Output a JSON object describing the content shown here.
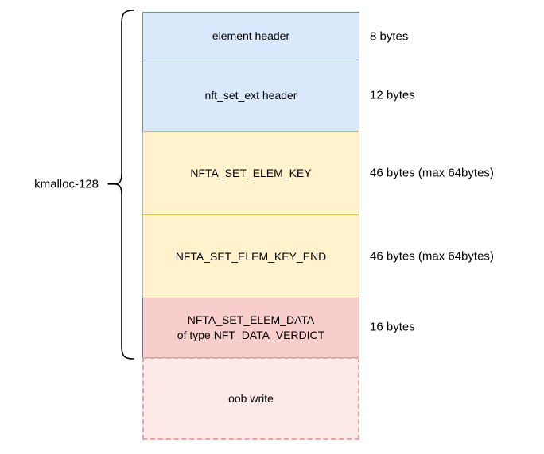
{
  "diagram": {
    "bracket": {
      "label": "kmalloc-128"
    },
    "blocks": [
      {
        "label": "element header",
        "size": "8 bytes",
        "fill": "#dae8fc",
        "stroke": "#6c8ebf",
        "border_style": "solid"
      },
      {
        "label": "nft_set_ext header",
        "size": "12 bytes",
        "fill": "#dae8fc",
        "stroke": "#6c8ebf",
        "border_style": "solid"
      },
      {
        "label": "NFTA_SET_ELEM_KEY",
        "size": "46 bytes (max 64bytes)",
        "fill": "#fff2cc",
        "stroke": "#d6b656",
        "border_style": "solid"
      },
      {
        "label": "NFTA_SET_ELEM_KEY_END",
        "size": "46 bytes (max 64bytes)",
        "fill": "#fff2cc",
        "stroke": "#d6b656",
        "border_style": "solid"
      },
      {
        "label": "NFTA_SET_ELEM_DATA",
        "label_line2": "of type NFT_DATA_VERDICT",
        "size": "16 bytes",
        "fill": "#f8cecc",
        "stroke": "#b85450",
        "border_style": "solid"
      },
      {
        "label": "oob write",
        "size": "",
        "fill": "rgba(248,206,204,0.45)",
        "stroke": "#e2a7a5",
        "border_style": "dashed"
      }
    ]
  }
}
